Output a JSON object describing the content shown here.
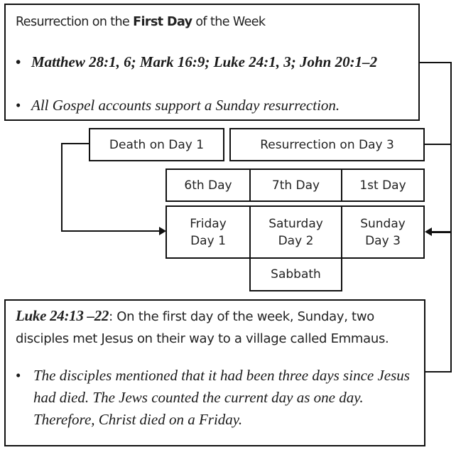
{
  "top_box": {
    "title_pre": "Resurrection on the ",
    "title_bold": "First Day",
    "title_post": " of the Week",
    "bullets": [
      "Matthew 28:1, 6; Mark 16:9; Luke 24:1, 3; John 20:1–2",
      "All Gospel accounts support a Sunday resurrection."
    ]
  },
  "labels": {
    "death": "Death on Day 1",
    "resurrection": "Resurrection on Day 3"
  },
  "days": [
    {
      "ordinal": "6th Day",
      "weekday": "Friday",
      "count": "Day 1"
    },
    {
      "ordinal": "7th Day",
      "weekday": "Saturday",
      "count": "Day 2"
    },
    {
      "ordinal": "1st Day",
      "weekday": "Sunday",
      "count": "Day 3"
    }
  ],
  "sabbath": "Sabbath",
  "bottom_box": {
    "reference": "Luke 24:13 –22",
    "text": ": On the first day of the week, Sunday, two disciples met Jesus on their way to a village called Emmaus.",
    "bullet": "The disciples mentioned that it had been three days since Jesus had died. The Jews  counted the current day as one day. Therefore, Christ died on a Friday."
  },
  "bullet_glyph": "•"
}
